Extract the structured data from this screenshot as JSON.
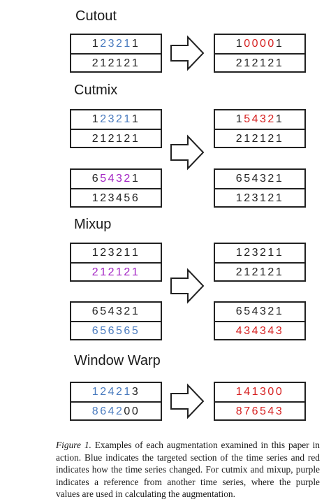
{
  "colors": {
    "k": "#222222",
    "b": "#4a7bbf",
    "r": "#d62020",
    "p": "#a324c4"
  },
  "sections": [
    {
      "key": "cutout",
      "title": "Cutout"
    },
    {
      "key": "cutmix",
      "title": "Cutmix"
    },
    {
      "key": "mixup",
      "title": "Mixup"
    },
    {
      "key": "window_warp",
      "title": "Window Warp"
    }
  ],
  "boxes": [
    {
      "key": "cutout_in",
      "rows": [
        {
          "digits": [
            "1",
            "2",
            "3",
            "2",
            "1",
            "1"
          ],
          "colors": [
            "k",
            "b",
            "b",
            "b",
            "b",
            "k"
          ]
        },
        {
          "digits": [
            "2",
            "1",
            "2",
            "1",
            "2",
            "1"
          ],
          "colors": [
            "k",
            "k",
            "k",
            "k",
            "k",
            "k"
          ]
        }
      ]
    },
    {
      "key": "cutout_out",
      "rows": [
        {
          "digits": [
            "1",
            "0",
            "0",
            "0",
            "0",
            "1"
          ],
          "colors": [
            "k",
            "r",
            "r",
            "r",
            "r",
            "k"
          ]
        },
        {
          "digits": [
            "2",
            "1",
            "2",
            "1",
            "2",
            "1"
          ],
          "colors": [
            "k",
            "k",
            "k",
            "k",
            "k",
            "k"
          ]
        }
      ]
    },
    {
      "key": "cutmix_in_a",
      "rows": [
        {
          "digits": [
            "1",
            "2",
            "3",
            "2",
            "1",
            "1"
          ],
          "colors": [
            "k",
            "b",
            "b",
            "b",
            "b",
            "k"
          ]
        },
        {
          "digits": [
            "2",
            "1",
            "2",
            "1",
            "2",
            "1"
          ],
          "colors": [
            "k",
            "k",
            "k",
            "k",
            "k",
            "k"
          ]
        }
      ]
    },
    {
      "key": "cutmix_out_a",
      "rows": [
        {
          "digits": [
            "1",
            "5",
            "4",
            "3",
            "2",
            "1"
          ],
          "colors": [
            "k",
            "r",
            "r",
            "r",
            "r",
            "k"
          ]
        },
        {
          "digits": [
            "2",
            "1",
            "2",
            "1",
            "2",
            "1"
          ],
          "colors": [
            "k",
            "k",
            "k",
            "k",
            "k",
            "k"
          ]
        }
      ]
    },
    {
      "key": "cutmix_in_b",
      "rows": [
        {
          "digits": [
            "6",
            "5",
            "4",
            "3",
            "2",
            "1"
          ],
          "colors": [
            "k",
            "p",
            "p",
            "p",
            "p",
            "k"
          ]
        },
        {
          "digits": [
            "1",
            "2",
            "3",
            "4",
            "5",
            "6"
          ],
          "colors": [
            "k",
            "k",
            "k",
            "k",
            "k",
            "k"
          ]
        }
      ]
    },
    {
      "key": "cutmix_out_b",
      "rows": [
        {
          "digits": [
            "6",
            "5",
            "4",
            "3",
            "2",
            "1"
          ],
          "colors": [
            "k",
            "k",
            "k",
            "k",
            "k",
            "k"
          ]
        },
        {
          "digits": [
            "1",
            "2",
            "3",
            "1",
            "2",
            "1"
          ],
          "colors": [
            "k",
            "k",
            "k",
            "k",
            "k",
            "k"
          ]
        }
      ]
    },
    {
      "key": "mixup_in_a",
      "rows": [
        {
          "digits": [
            "1",
            "2",
            "3",
            "2",
            "1",
            "1"
          ],
          "colors": [
            "k",
            "k",
            "k",
            "k",
            "k",
            "k"
          ]
        },
        {
          "digits": [
            "2",
            "1",
            "2",
            "1",
            "2",
            "1"
          ],
          "colors": [
            "p",
            "p",
            "p",
            "p",
            "p",
            "p"
          ]
        }
      ]
    },
    {
      "key": "mixup_out_a",
      "rows": [
        {
          "digits": [
            "1",
            "2",
            "3",
            "2",
            "1",
            "1"
          ],
          "colors": [
            "k",
            "k",
            "k",
            "k",
            "k",
            "k"
          ]
        },
        {
          "digits": [
            "2",
            "1",
            "2",
            "1",
            "2",
            "1"
          ],
          "colors": [
            "k",
            "k",
            "k",
            "k",
            "k",
            "k"
          ]
        }
      ]
    },
    {
      "key": "mixup_in_b",
      "rows": [
        {
          "digits": [
            "6",
            "5",
            "4",
            "3",
            "2",
            "1"
          ],
          "colors": [
            "k",
            "k",
            "k",
            "k",
            "k",
            "k"
          ]
        },
        {
          "digits": [
            "6",
            "5",
            "6",
            "5",
            "6",
            "5"
          ],
          "colors": [
            "b",
            "b",
            "b",
            "b",
            "b",
            "b"
          ]
        }
      ]
    },
    {
      "key": "mixup_out_b",
      "rows": [
        {
          "digits": [
            "6",
            "5",
            "4",
            "3",
            "2",
            "1"
          ],
          "colors": [
            "k",
            "k",
            "k",
            "k",
            "k",
            "k"
          ]
        },
        {
          "digits": [
            "4",
            "3",
            "4",
            "3",
            "4",
            "3"
          ],
          "colors": [
            "r",
            "r",
            "r",
            "r",
            "r",
            "r"
          ]
        }
      ]
    },
    {
      "key": "warp_in",
      "rows": [
        {
          "digits": [
            "1",
            "2",
            "4",
            "2",
            "1",
            "3"
          ],
          "colors": [
            "b",
            "b",
            "b",
            "b",
            "b",
            "k"
          ]
        },
        {
          "digits": [
            "8",
            "6",
            "4",
            "2",
            "0",
            "0"
          ],
          "colors": [
            "b",
            "b",
            "b",
            "b",
            "k",
            "k"
          ]
        }
      ]
    },
    {
      "key": "warp_out",
      "rows": [
        {
          "digits": [
            "1",
            "4",
            "1",
            "3",
            "0",
            "0"
          ],
          "colors": [
            "r",
            "r",
            "r",
            "r",
            "r",
            "r"
          ]
        },
        {
          "digits": [
            "8",
            "7",
            "6",
            "5",
            "4",
            "3"
          ],
          "colors": [
            "r",
            "r",
            "r",
            "r",
            "r",
            "r"
          ]
        }
      ]
    }
  ],
  "caption": {
    "label": "Figure 1.",
    "text": " Examples of each augmentation examined in this paper in action. Blue indicates the targeted section of the time series and red indicates how the time series changed. For cutmix and mixup, purple indicates a reference from another time series, where the purple values are used in calculating the augmentation."
  }
}
